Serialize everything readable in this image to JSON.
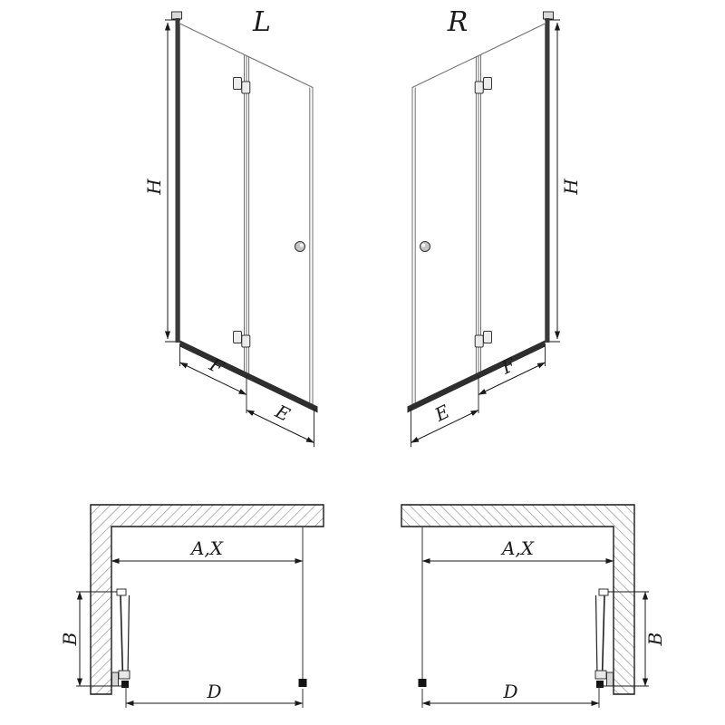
{
  "labels": {
    "left_variant": "L",
    "right_variant": "R",
    "height": "H",
    "panel_width_f": "F",
    "panel_width_e": "E",
    "opening_width": "A,X",
    "door_projection": "B",
    "entry_width": "D"
  },
  "colors": {
    "line": "#1a1a1a",
    "glass_edge": "#6f6f6f",
    "profile_dark": "#2e2e2e",
    "profile_bar": "#3a3a3a",
    "hatch": "#8f8f8f",
    "background": "#ffffff"
  }
}
